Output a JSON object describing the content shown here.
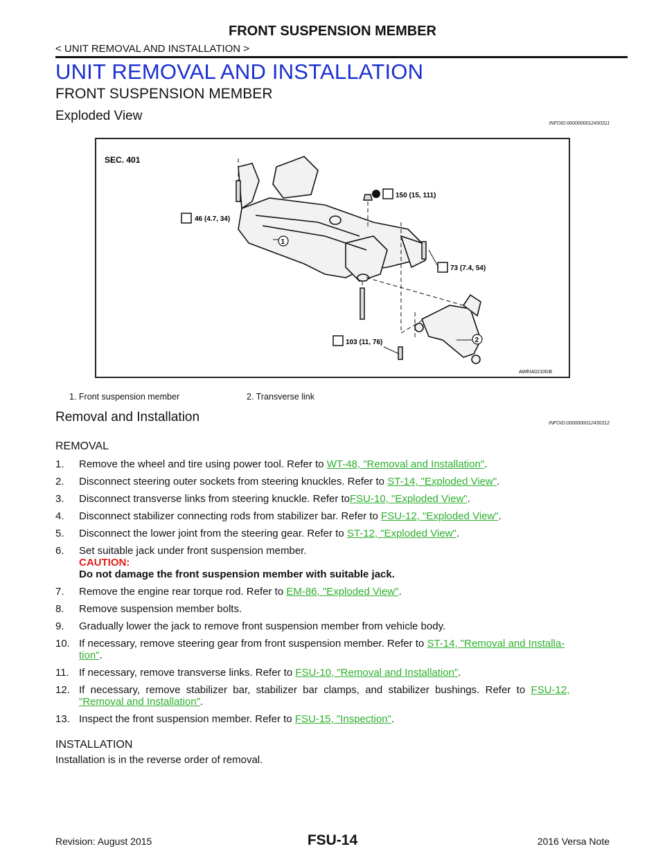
{
  "header": {
    "title": "FRONT SUSPENSION MEMBER",
    "breadcrumb": "< UNIT REMOVAL AND INSTALLATION >"
  },
  "section_title": "UNIT REMOVAL AND INSTALLATION",
  "subsection_title": "FRONT SUSPENSION MEMBER",
  "exploded": {
    "heading": "Exploded View",
    "infoid": "INFOID:0000000012430311",
    "figure": {
      "sec": "SEC. 401",
      "torque_1": "150 (15, 111)",
      "torque_2": "46 (4.7, 34)",
      "torque_3": "73 (7.4, 54)",
      "torque_4": "103 (11, 76)",
      "callout_1": "1",
      "callout_2": "2",
      "code": "AWEIA0210GB"
    },
    "caption_1": "1.    Front suspension member",
    "caption_2": "2.    Transverse link"
  },
  "removal": {
    "heading": "Removal and Installation",
    "infoid": "INFOID:0000000012430312",
    "removal_heading": "REMOVAL",
    "steps": [
      {
        "num": "1.",
        "text": "Remove the wheel and tire using power tool. Refer to ",
        "link": "WT-48, \"Removal and Installation\"",
        "end": "."
      },
      {
        "num": "2.",
        "text": "Disconnect steering outer sockets from steering knuckles. Refer to ",
        "link": "ST-14, \"Exploded View\"",
        "end": "."
      },
      {
        "num": "3.",
        "text": "Disconnect transverse links from steering knuckle. Refer to",
        "link": "FSU-10, \"Exploded View\"",
        "end": "."
      },
      {
        "num": "4.",
        "text": "Disconnect stabilizer connecting rods from stabilizer bar. Refer to ",
        "link": "FSU-12, \"Exploded View\"",
        "end": "."
      },
      {
        "num": "5.",
        "text": "Disconnect the lower joint from the steering gear. Refer to ",
        "link": "ST-12, \"Exploded View\"",
        "end": "."
      },
      {
        "num": "6.",
        "text": "Set suitable jack under front suspension member.",
        "link": "",
        "end": ""
      },
      {
        "num": "7.",
        "text": "Remove the engine rear torque rod. Refer to ",
        "link": "EM-86, \"Exploded View\"",
        "end": "."
      },
      {
        "num": "8.",
        "text": "Remove suspension member bolts.",
        "link": "",
        "end": ""
      },
      {
        "num": "9.",
        "text": "Gradually lower the jack to remove front suspension member from vehicle body.",
        "link": "",
        "end": ""
      },
      {
        "num": "10.",
        "text": "If necessary, remove steering gear from front suspension member. Refer to ",
        "link": "ST-14, \"Removal and Installa-",
        "end": ""
      },
      {
        "num": "11.",
        "text": "If necessary, remove transverse links. Refer to ",
        "link": "FSU-10, \"Removal and Installation\"",
        "end": "."
      },
      {
        "num": "12.",
        "text": "If  necessary,  remove  stabilizer  bar,  stabilizer  bar  clamps,  and  stabilizer  bushings.  Refer  to  ",
        "link": "FSU-12,",
        "end": ""
      },
      {
        "num": "13.",
        "text": "Inspect the front suspension member. Refer to ",
        "link": "FSU-15, \"Inspection\"",
        "end": "."
      }
    ],
    "caution_label": "CAUTION:",
    "caution_text": "Do not damage the front suspension member with suitable jack.",
    "step10_cont_link": "tion\"",
    "step10_cont_end": ".",
    "step12_cont_link": "\"Removal and Installation\"",
    "step12_cont_end": ".",
    "installation_heading": "INSTALLATION",
    "installation_text": "Installation is in the reverse order of removal."
  },
  "footer": {
    "revision": "Revision: August 2015",
    "page": "FSU-14",
    "model": "2016 Versa Note"
  }
}
